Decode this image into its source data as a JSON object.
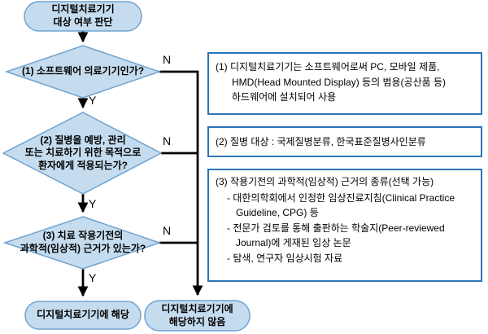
{
  "diagram": {
    "type": "flowchart",
    "colors": {
      "shape_fill": "#C5DCEF",
      "shape_border": "#6FA3D0",
      "note_border": "#2E75B6",
      "connector": "#000000",
      "text": "#000000"
    },
    "start_node": {
      "label": "디지털치료기기\n대상 여부 판단"
    },
    "decisions": [
      {
        "label": "(1) 소프트웨어 의료기기인가?"
      },
      {
        "label": "(2) 질병을 예방, 관리\n또는 치료하기 위한 목적으로\n환자에게 적용되는가?"
      },
      {
        "label": "(3) 치료 작용기전의\n과학적(임상적) 근거가 있는가?"
      }
    ],
    "yes_label": "Y",
    "no_label": "N",
    "end_yes": {
      "label": "디지털치료기기에 해당"
    },
    "end_no": {
      "label": "디지털치료기기에\n해당하지 않음"
    }
  },
  "notes": [
    {
      "text": "(1) 디지털치료기기는 소프트웨어로써 PC, 모바일 제품,\nHMD(Head Mounted Display) 등의 범용(공산품 등)\n하드웨어에 설치되어 사용"
    },
    {
      "text": "(2) 질병 대상 : 국제질병분류, 한국표준질병사인분류"
    },
    {
      "heading": "(3) 작용기전의 과학적(임상적) 근거의 종류(선택 가능)",
      "bullets": [
        "- 대한의학회에서 인정한 임상진료지침(Clinical Practice\nGuideline, CPG) 등",
        "- 전문가 검토를 통해 출판하는 학술지(Peer-reviewed\nJournal)에 게재된 임상 논문",
        "- 탐색, 연구자 임상시험 자료"
      ]
    }
  ]
}
